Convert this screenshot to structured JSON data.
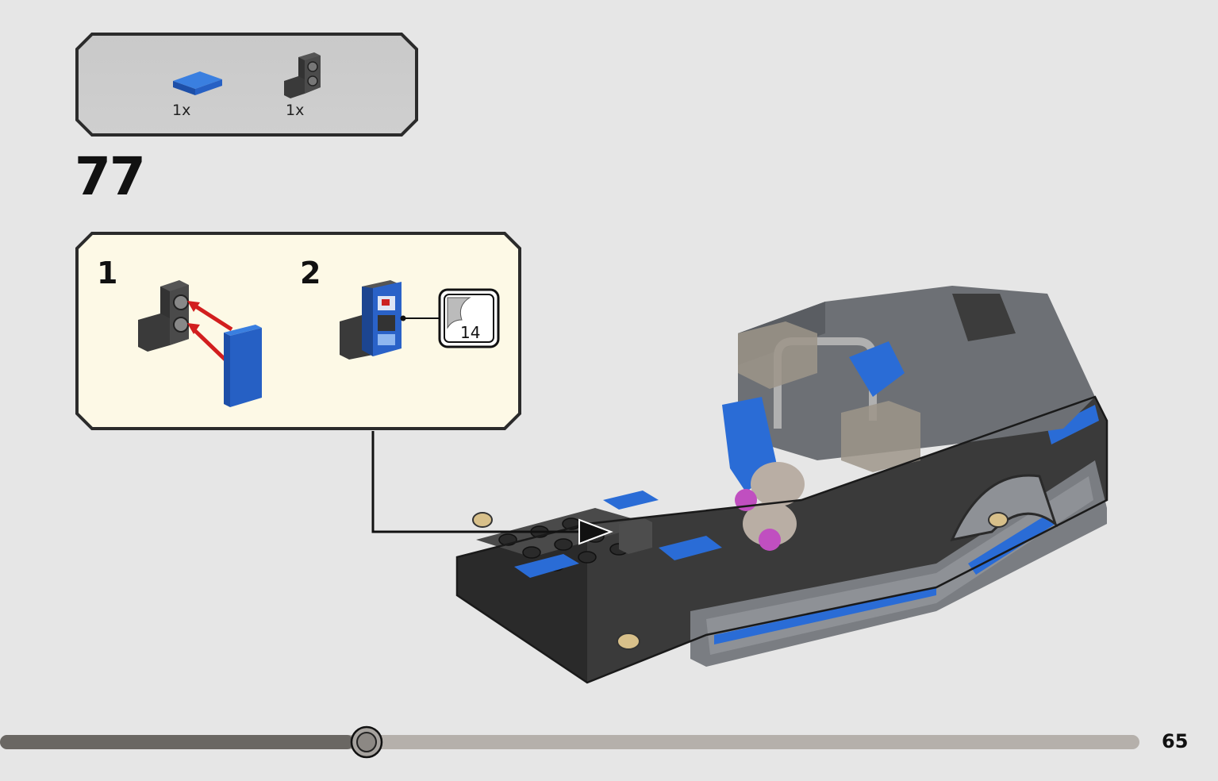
{
  "parts_list": {
    "items": [
      {
        "name": "blue-tile-1x2",
        "qty": "1x",
        "color": "#1f5fc8"
      },
      {
        "name": "dark-gray-bracket",
        "qty": "1x",
        "color": "#4a4a4a"
      }
    ]
  },
  "step": {
    "number": "77"
  },
  "sub_assembly": {
    "steps": [
      {
        "number": "1"
      },
      {
        "number": "2",
        "sticker": "14"
      }
    ],
    "arrow_color": "#d21e1e",
    "background": "#fdf9e6"
  },
  "footer": {
    "page_number": "65",
    "progress": 0.29
  },
  "colors": {
    "page_bg": "#e6e6e6",
    "brick_blue": "#1f5fc8",
    "brick_dark": "#3c3c3c",
    "brick_light": "#8c8c8c"
  }
}
